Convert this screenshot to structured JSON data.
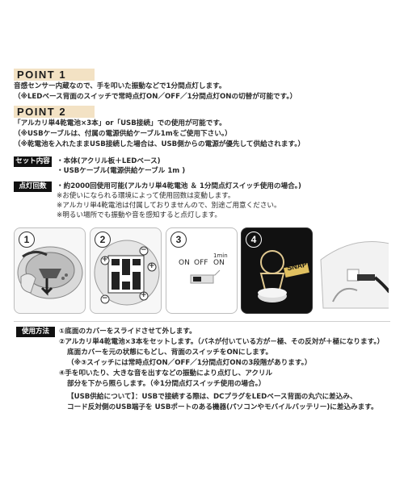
{
  "point1": {
    "title": "POINT 1",
    "lines": [
      "音感センサー内蔵なので、手を叩いた振動などで1分間点灯します。",
      "（※LEDベース背面のスイッチで常時点灯ON／OFF／1分間点灯ONの切替が可能です。）"
    ]
  },
  "point2": {
    "title": "POINT 2",
    "lines": [
      "「アルカリ単4乾電池×3本」or「USB接続」での使用が可能です。",
      "（※USBケーブルは、付属の電源供給ケーブル1mをご使用下さい。）",
      "（※乾電池を入れたままUSB接続した場合は、USB側からの電源が優先して供給されます。）"
    ]
  },
  "set": {
    "label": "セット内容",
    "lines": [
      "・本体(アクリル板＋LEDベース)",
      "・USBケーブル(電源供給ケーブル 1m )"
    ]
  },
  "count": {
    "label": "点灯回数",
    "lines": [
      "・約2000回使用可能(アルカリ単4乾電池 ＆ 1分間点灯スイッチ使用の場合。)",
      "※お使いになられる環境によって使用回数は変動します。",
      "※アルカリ単4乾電池は付属しておりませんので、別途ご用意ください。",
      "※明るい場所でも振動や音を感知すると点灯します。"
    ]
  },
  "panels": {
    "p1": "1",
    "p2": "2",
    "p3": "3",
    "p4": "4",
    "switch_labels": [
      "ON",
      "OFF",
      "1min",
      "ON"
    ],
    "snap_text": "SNAP",
    "plus": "+",
    "minus": "−"
  },
  "usage": {
    "label": "使用方法",
    "lines": [
      "①底面のカバーをスライドさせて外します。",
      "②アルカリ単4乾電池×3本をセットします。（バネが付いている方が－極、その反対が＋極になります。）",
      "底面カバーを元の状態にもどし、背面のスイッチをONにします。",
      "（※③スイッチには常時点灯ON／OFF／1分間点灯ONの3段階があります。）",
      "④手を叩いたり、大きな音を出すなどの振動により点灯し、アクリル",
      "部分を下から照らします。（※1分間点灯スイッチ使用の場合。）",
      "【USB供給について】：USBで接続する際は、DCプラグをLEDベース背面の丸穴に差込み、",
      "コード反対側のUSB端子を USBポートのある機器(パソコンやモバイルバッテリー)に差込みます。"
    ]
  }
}
